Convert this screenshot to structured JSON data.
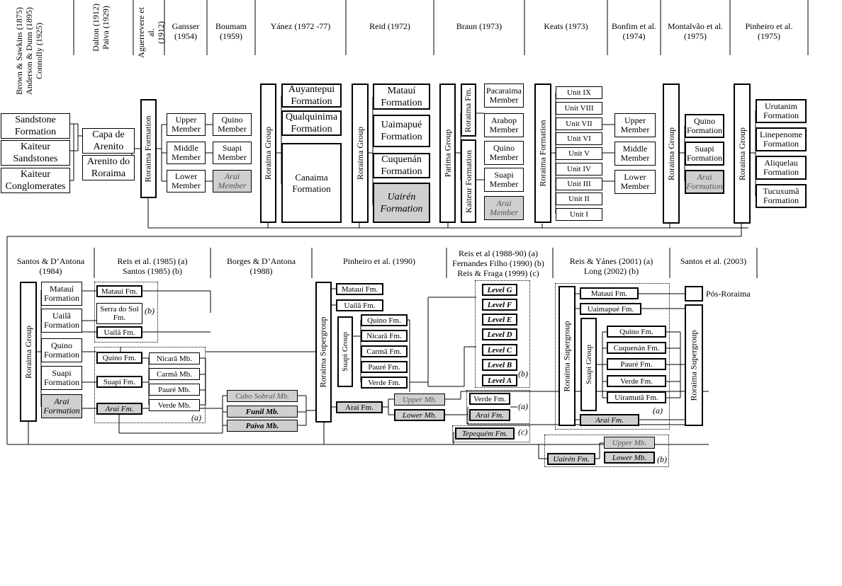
{
  "authors_top": [
    {
      "id": "a1",
      "lines": [
        "Brown & Sawkins (1875)",
        "Anderson & Dunn (1895)",
        "Connolly (1925)"
      ]
    },
    {
      "id": "a2",
      "lines": [
        "Dalton (1912)",
        "Paiva (1929)"
      ]
    },
    {
      "id": "a3",
      "lines": [
        "Aguerrevere et al.",
        "(1912)"
      ]
    },
    {
      "id": "a4",
      "lines": [
        "Gansser",
        "(1954)"
      ]
    },
    {
      "id": "a5",
      "lines": [
        "Boumam",
        "(1959)"
      ]
    },
    {
      "id": "a6",
      "lines": [
        "Yánez (1972 -77)"
      ]
    },
    {
      "id": "a7",
      "lines": [
        "Reid (1972)"
      ]
    },
    {
      "id": "a8",
      "lines": [
        "Braun (1973)"
      ]
    },
    {
      "id": "a9",
      "lines": [
        "Keats (1973)"
      ]
    },
    {
      "id": "a10",
      "lines": [
        "Bonfim et al.",
        "(1974)"
      ]
    },
    {
      "id": "a11",
      "lines": [
        "Montalvão et al.",
        "(1975)"
      ]
    },
    {
      "id": "a12",
      "lines": [
        "Pinheiro et al.",
        "(1975)"
      ]
    }
  ],
  "authors_bottom": [
    {
      "id": "b1",
      "lines": [
        "Santos & D’Antona",
        "(1984)"
      ]
    },
    {
      "id": "b2",
      "lines": [
        "Reis et al. (1985) (a)",
        "Santos (1985) (b)"
      ]
    },
    {
      "id": "b3",
      "lines": [
        "Borges & D’Antona",
        "(1988)"
      ]
    },
    {
      "id": "b4",
      "lines": [
        "Pinheiro et al. (1990)"
      ]
    },
    {
      "id": "b5",
      "lines": [
        "Reis et al (1988-90) (a)",
        "Fernandes Filho (1990) (b)",
        "Reis & Fraga (1999) (c)"
      ]
    },
    {
      "id": "b6",
      "lines": [
        "Reis & Yánes (2001) (a)",
        "Long (2002) (b)"
      ]
    },
    {
      "id": "b7",
      "lines": [
        "Santos et al. (2003)"
      ]
    }
  ],
  "units": {
    "sandstone_fm": "Sandstone Formation",
    "kaiteur_sandstones": "Kaiteur Sandstones",
    "kaiteur_conglomerates": "Kaiteur Conglomerates",
    "capa_arenito": "Capa de Arenito",
    "arenito_roraima": "Arenito do Roraima",
    "roraima_formation": "Roraima Formation",
    "upper_member": "Upper Member",
    "middle_member": "Middle Member",
    "lower_member": "Lower Member",
    "quino_member": "Quino Member",
    "suapi_member": "Suapi Member",
    "arai_member": "Arai Member",
    "roraima_group": "Roraima Group",
    "auyantepui_fm": "Auyantepui Formation",
    "qualquinima_fm": "Qualquinima Formation",
    "canaima_fm": "Canaima Formation",
    "matau_formation": "Matauí Formation",
    "uaimapue_formation": "Uaimapué Formation",
    "cuquenan_formation": "Cuquenán Formation",
    "uairen_formation": "Uairén Formation",
    "parima_group": "Parima Group",
    "roraima_fm_short": "Roraima Fm.",
    "kaiteur_formation": "Kaiteur Formation",
    "pacaraima_member": "Pacaraima Member",
    "arabop_member": "Arabop Member",
    "unit_ix": "Unit IX",
    "unit_viii": "Unit VIII",
    "unit_vii": "Unit VII",
    "unit_vi": "Unit VI",
    "unit_v": "Unit V",
    "unit_iv": "Unit IV",
    "unit_iii": "Unit III",
    "unit_ii": "Unit II",
    "unit_i": "Unit I",
    "quino_formation": "Quino Formation",
    "suapi_formation": "Suapi Formation",
    "arai_formation": "Arai Formation",
    "urutanim_fm": "Urutanim Formation",
    "linepenome_fm": "Linepenome Formation",
    "aliquelau_fm": "Aliquelau Formation",
    "tucuxuma_fm": "Tucuxumã Formation",
    "uaila_formation": "Uailã Formation",
    "matau_fm": "Matauí Fm.",
    "serra_sol_fm": "Serra do Sol Fm.",
    "uaila_fm": "Uailã Fm.",
    "quino_fm": "Quino Fm.",
    "suapi_fm": "Suapi Fm.",
    "arai_fm": "Arai Fm.",
    "nicara_mb": "Nicarã Mb.",
    "carma_mb": "Carmã Mb.",
    "paure_mb": "Pauré Mb.",
    "verde_mb": "Verde Mb.",
    "cabo_sobral_mb": "Cabo Sobral Mb.",
    "funil_mb": "Funil Mb.",
    "paiva_mb": "Paiva Mb.",
    "roraima_supergroup": "Roraima Supergroup",
    "suapi_group": "Suapi Group",
    "nicara_fm": "Nicarã Fm.",
    "carma_fm": "Carmã Fm.",
    "paure_fm": "Pauré Fm.",
    "verde_fm": "Verde Fm.",
    "upper_mb": "Upper Mb.",
    "lower_mb": "Lower Mb.",
    "level_g": "Level G",
    "level_f": "Level F",
    "level_e": "Level E",
    "level_d": "Level D",
    "level_c": "Level C",
    "level_b": "Level B",
    "level_a": "Level A",
    "tepequem_fm": "Tepequém Fm.",
    "uairen_fm": "Uairén Fm.",
    "uaimapue_fm": "Uaimapué Fm.",
    "cuquenan_fm": "Cuquenán Fm.",
    "uiramuta_fm": "Uiramutã Fm.",
    "pos_roraima": "Pós-Roraima"
  },
  "tags": {
    "a": "(a)",
    "b": "(b)",
    "c": "(c)"
  }
}
